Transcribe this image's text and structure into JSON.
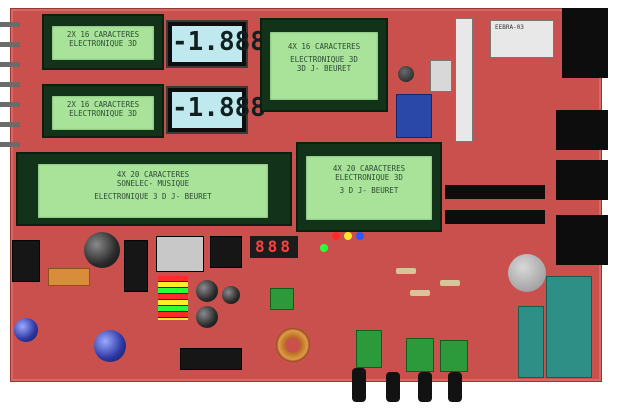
{
  "lcd_16x2_a": {
    "line1": "2X 16 CARACTERES",
    "line2": "ELECTRONIQUE 3D"
  },
  "lcd_16x2_b": {
    "line1": "2X 16 CARACTERES",
    "line2": "ELECTRONIQUE 3D"
  },
  "seg_a": {
    "value": "-1.888"
  },
  "seg_b": {
    "value": "-1.888"
  },
  "lcd_16x4": {
    "line1": "4X 16 CARACTERES",
    "line2": "ELECTRONIQUE 3D",
    "line3": "3D J- BEURET"
  },
  "lcd_20x4_a": {
    "line1": "4X 20 CARACTERES",
    "line2": "SONELEC- MUSIQUE",
    "line3": "ELECTRONIQUE 3 D  J- BEURET"
  },
  "lcd_20x4_b": {
    "line1": "4X 20 CARACTERES",
    "line2": "ELECTRONIQUE 3D",
    "line3": "3 D  J- BEURET"
  },
  "chip_top_right": {
    "label": "EEBRA-03"
  },
  "led_digits": {
    "value": "888"
  },
  "colors": {
    "board": "#c9504c",
    "lcd_green": "#a9e39a",
    "seg_lcd": "#bfe8ef"
  }
}
